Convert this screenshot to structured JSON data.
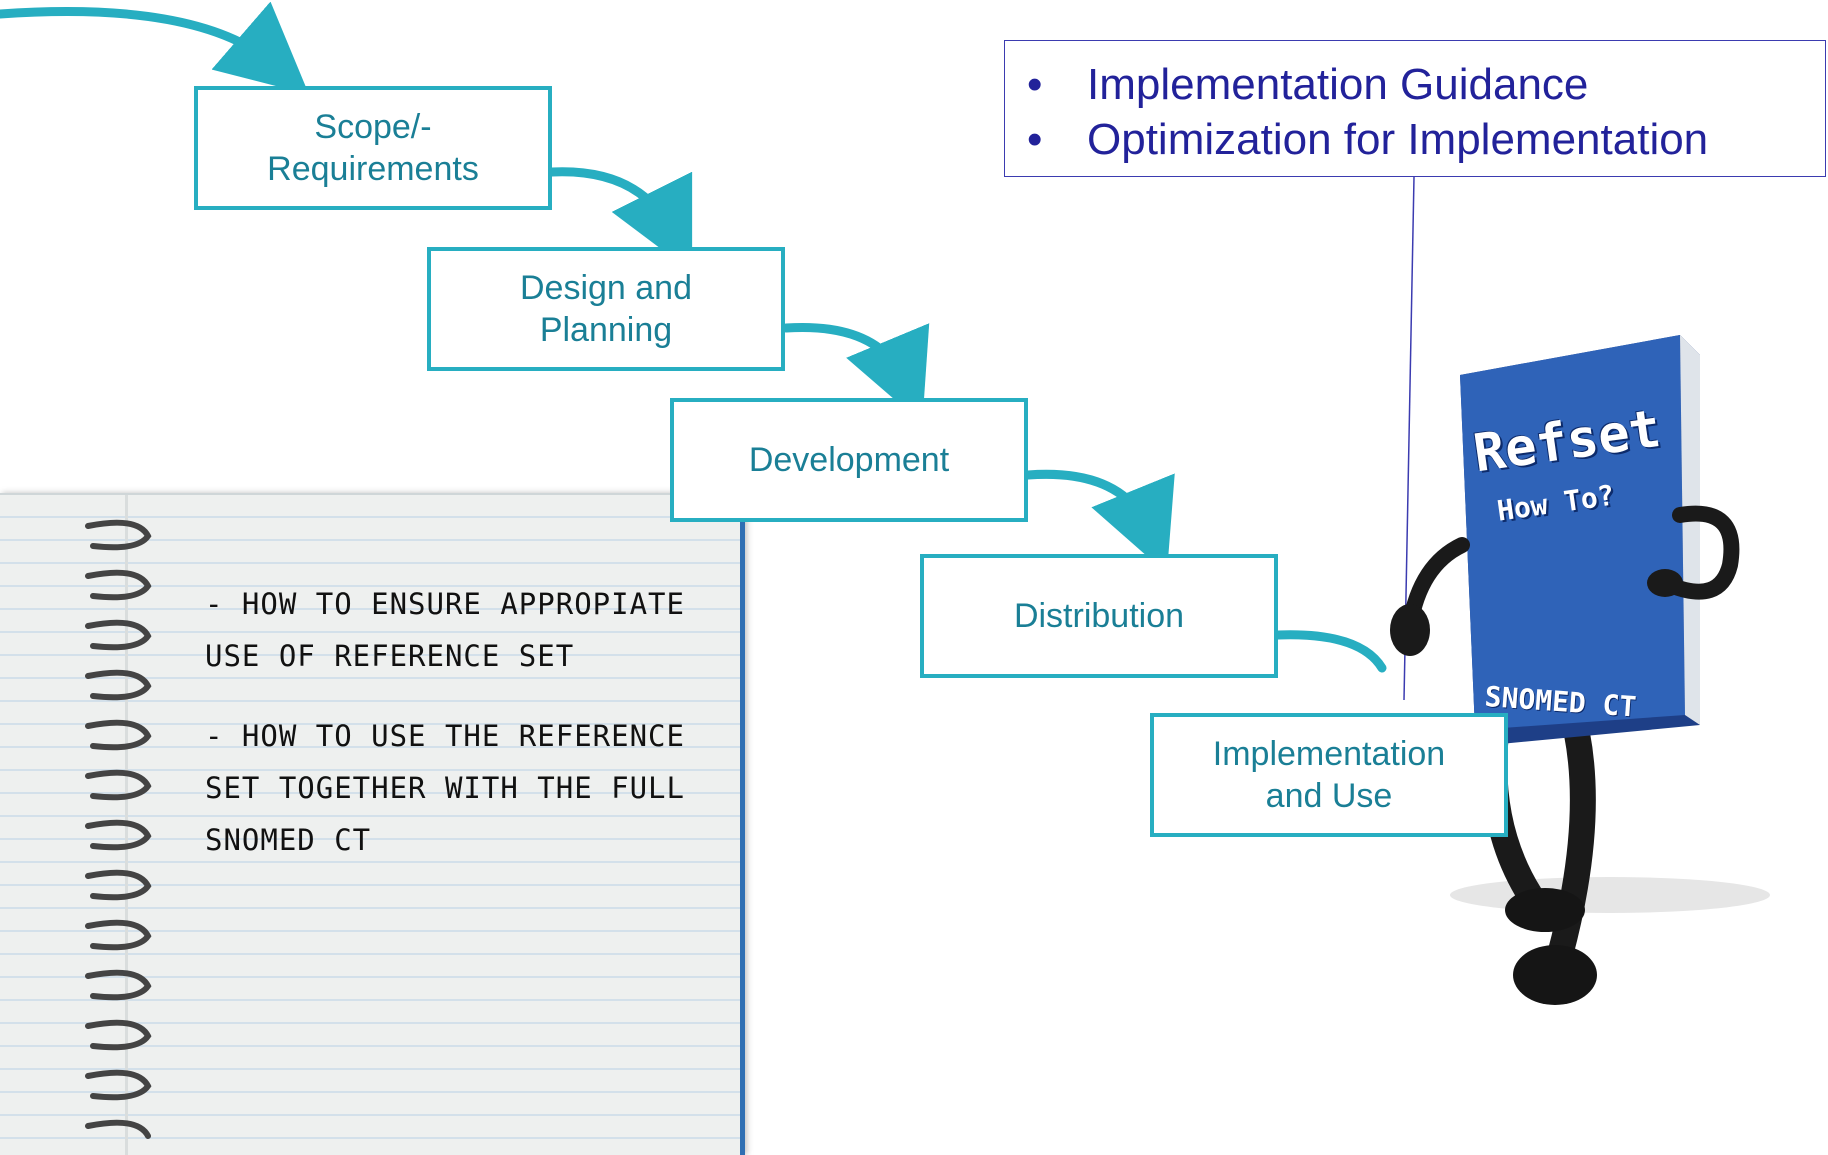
{
  "steps": [
    {
      "label": "Scope/-\nRequirements"
    },
    {
      "label": "Design and\nPlanning"
    },
    {
      "label": "Development"
    },
    {
      "label": "Distribution"
    },
    {
      "label": "Implementation\nand Use"
    }
  ],
  "callout": {
    "items": [
      "Implementation Guidance",
      "Optimization for Implementation"
    ]
  },
  "notebook": {
    "notes": [
      "- HOW TO ENSURE APPROPIATE USE OF REFERENCE SET",
      "- HOW TO USE THE REFERENCE SET TOGETHER WITH THE FULL SNOMED CT"
    ]
  },
  "book": {
    "title": "Refset",
    "subtitle": "How To?",
    "brand": "SNOMED CT"
  },
  "colors": {
    "step_border": "#27aec1",
    "step_text": "#1a7f96",
    "arrow": "#27aec1",
    "callout_text": "#22229a",
    "book_blue": "#2f63b8"
  }
}
